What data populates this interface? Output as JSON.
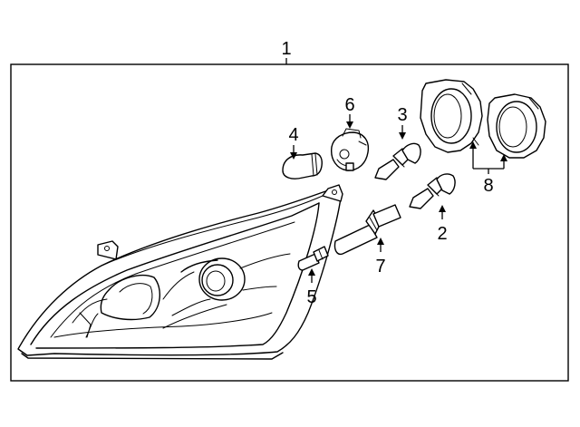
{
  "callouts": [
    {
      "id": "1",
      "label": "1",
      "part": "headlamp-assembly"
    },
    {
      "id": "2",
      "label": "2",
      "part": "high-beam-bulb"
    },
    {
      "id": "3",
      "label": "3",
      "part": "low-beam-bulb"
    },
    {
      "id": "4",
      "label": "4",
      "part": "turn-signal-bulb"
    },
    {
      "id": "5",
      "label": "5",
      "part": "park-lamp-bulb"
    },
    {
      "id": "6",
      "label": "6",
      "part": "bulb-socket"
    },
    {
      "id": "7",
      "label": "7",
      "part": "side-marker-bulb"
    },
    {
      "id": "8",
      "label": "8",
      "part": "bulb-covers"
    }
  ]
}
